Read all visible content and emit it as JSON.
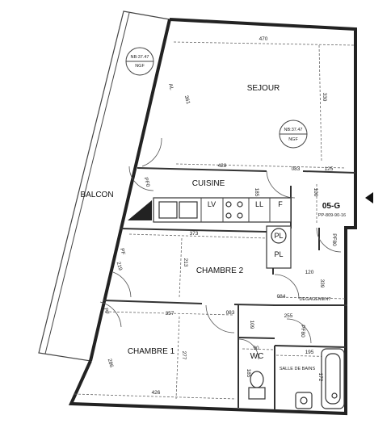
{
  "rooms": {
    "sejour": "SEJOUR",
    "cuisine": "CUISINE",
    "chambre2": "CHAMBRE 2",
    "chambre1": "CHAMBRE 1",
    "balcon": "BALCON",
    "degagement": "DEGAGEMENT",
    "wc": "WC",
    "salle_de_bains": "SALLE DE BAINS"
  },
  "levels": {
    "top": {
      "line1": "NB:37.47",
      "line2": "NGF"
    },
    "sejour": {
      "line1": "NB:37.47",
      "line2": "NGF"
    }
  },
  "unit": {
    "code": "05-G",
    "ref": "PP-809-90-16"
  },
  "fixtures": {
    "lv": "LV",
    "ll": "LL",
    "f": "F",
    "pl1": "PL",
    "pl2": "PL"
  },
  "dimensions": {
    "sejour_width": "470",
    "sejour_height": "330",
    "sejour_side": "361",
    "sejour_door_span": "428",
    "sejour_door_width": "083",
    "sejour_right": "125",
    "cuisine_height": "185",
    "cuisine_right": "100",
    "cuisine_window": "PF0",
    "chambre2_width": "373",
    "chambre2_height": "213",
    "chambre2_window_h": "219",
    "chambre2_window": "PF",
    "chambre2_door": "083",
    "chambre2_door_w": "084",
    "chambre1_width": "357",
    "chambre1_height": "277",
    "chambre1_bottom": "426",
    "chambre1_window_h": "286",
    "chambre1_window": "PF",
    "chambre1_side": "109",
    "degagement_width": "120",
    "degagement_height": "339",
    "degagement_right": "PF80",
    "wc_width": "90",
    "wc_height": "185",
    "sdb_width": "255",
    "sdb_bottom": "195",
    "sdb_height": "172",
    "sdb_door": "PF80",
    "sejour_al": "AL"
  }
}
